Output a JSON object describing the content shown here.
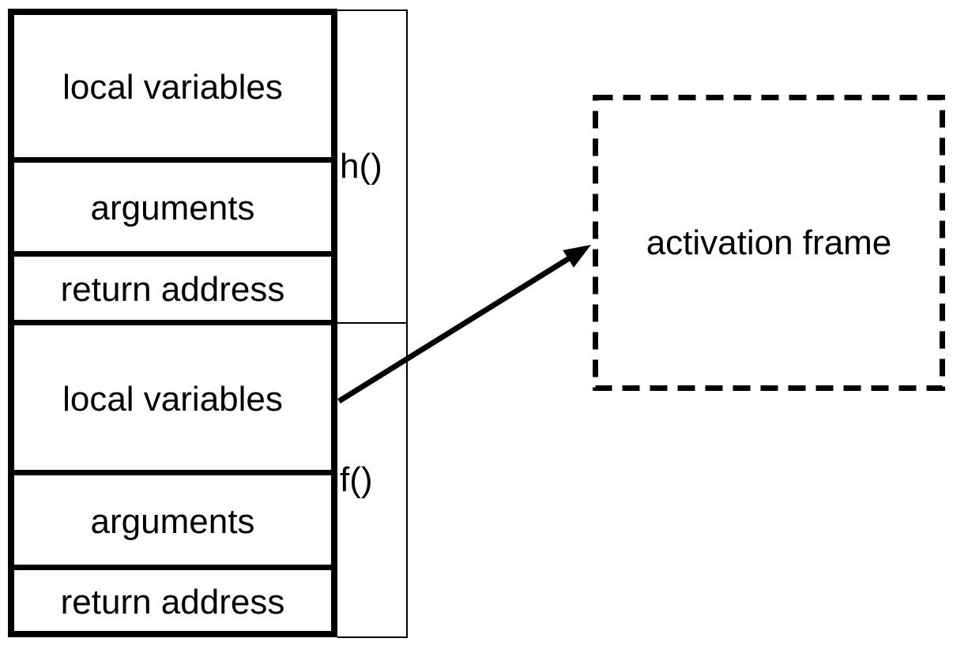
{
  "diagram": {
    "stack": {
      "frames": [
        {
          "label": "h()",
          "cells": [
            "local variables",
            "arguments",
            "return address"
          ]
        },
        {
          "label": "f()",
          "cells": [
            "local variables",
            "arguments",
            "return address"
          ]
        }
      ]
    },
    "activation_frame_label": "activation frame",
    "colors": {
      "ink": "#000000",
      "background": "#ffffff"
    }
  }
}
